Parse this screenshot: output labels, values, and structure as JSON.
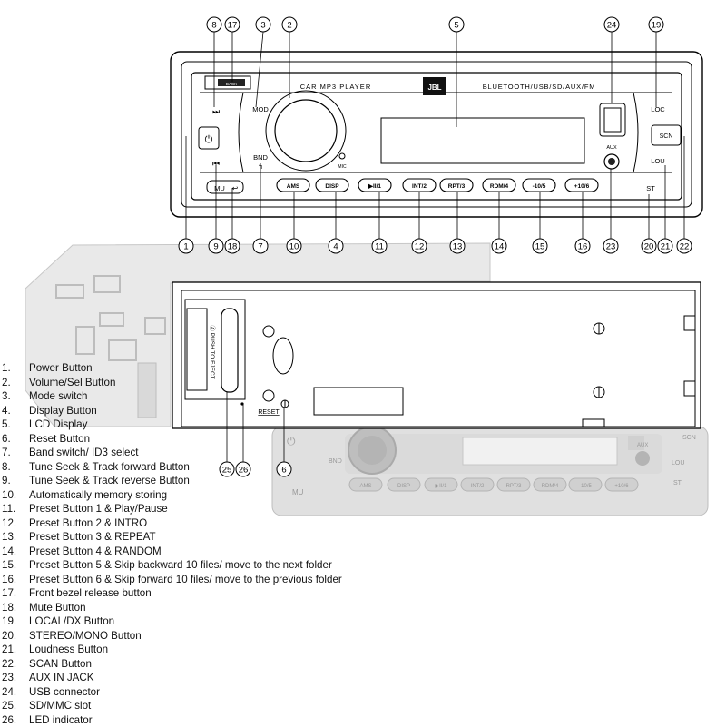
{
  "front_panel": {
    "title": "CAR MP3 PLAYER",
    "brand": "JBL",
    "sources": "BLUETOOTH/USB/SD/AUX/FM",
    "labels": {
      "mod": "MOD",
      "bnd": "BND",
      "mic": "MIC",
      "mu": "MU",
      "loc": "LOC",
      "scn": "SCN",
      "lou": "LOU",
      "st": "ST",
      "aux": "AUX",
      "bezel": "BACK"
    },
    "buttons": [
      "AMS",
      "DISP",
      "▶II/1",
      "INT/2",
      "RPT/3",
      "RDM/4",
      "-10/5",
      "+10/6"
    ]
  },
  "back_panel": {
    "reset_label": "RESET",
    "slot_label": "Ⓐ PUSH TO EJECT"
  },
  "photo": {
    "buttons": [
      "AMS",
      "DISP",
      "▶II/1",
      "INT/2",
      "RPT/3",
      "RDM/4",
      "-10/5",
      "+10/6"
    ],
    "labels": {
      "mu": "MU",
      "lou": "LOU",
      "st": "ST",
      "aux": "AUX",
      "bnd": "BND",
      "scn": "SCN"
    }
  },
  "callouts": {
    "top": [
      "8",
      "17",
      "3",
      "2",
      "5",
      "24",
      "19"
    ],
    "bottom": [
      "1",
      "9",
      "18",
      "7",
      "10",
      "4",
      "11",
      "12",
      "13",
      "14",
      "15",
      "16",
      "23",
      "20",
      "21",
      "22"
    ],
    "back": [
      "25",
      "26",
      "6"
    ]
  },
  "legend": [
    {
      "num": "1.",
      "text": "Power Button"
    },
    {
      "num": "2.",
      "text": "Volume/Sel Button"
    },
    {
      "num": "3.",
      "text": "Mode switch"
    },
    {
      "num": "4.",
      "text": "Display Button"
    },
    {
      "num": "5.",
      "text": "LCD Display"
    },
    {
      "num": "6.",
      "text": "Reset Button"
    },
    {
      "num": "7.",
      "text": "Band switch/ ID3 select"
    },
    {
      "num": "8.",
      "text": "Tune Seek & Track forward Button"
    },
    {
      "num": "9.",
      "text": "Tune Seek & Track reverse Button"
    },
    {
      "num": "10.",
      "text": "Automatically memory storing"
    },
    {
      "num": "11.",
      "text": "Preset Button 1 & Play/Pause"
    },
    {
      "num": "12.",
      "text": "Preset Button 2 & INTRO"
    },
    {
      "num": "13.",
      "text": "Preset Button 3 & REPEAT"
    },
    {
      "num": "14.",
      "text": "Preset Button 4 & RANDOM"
    },
    {
      "num": "15.",
      "text": "Preset Button 5 & Skip backward 10 files/ move to the next folder"
    },
    {
      "num": "16.",
      "text": "Preset Button 6 & Skip forward 10 files/ move to the previous folder"
    },
    {
      "num": "17.",
      "text": "Front bezel release button"
    },
    {
      "num": "18.",
      "text": "Mute Button"
    },
    {
      "num": "19.",
      "text": "LOCAL/DX Button"
    },
    {
      "num": "20.",
      "text": "STEREO/MONO Button"
    },
    {
      "num": "21.",
      "text": "Loudness Button"
    },
    {
      "num": "22.",
      "text": "SCAN Button"
    },
    {
      "num": "23.",
      "text": "AUX IN JACK"
    },
    {
      "num": "24.",
      "text": "USB connector"
    },
    {
      "num": "25.",
      "text": "SD/MMC slot"
    },
    {
      "num": "26.",
      "text": "LED indicator"
    }
  ]
}
